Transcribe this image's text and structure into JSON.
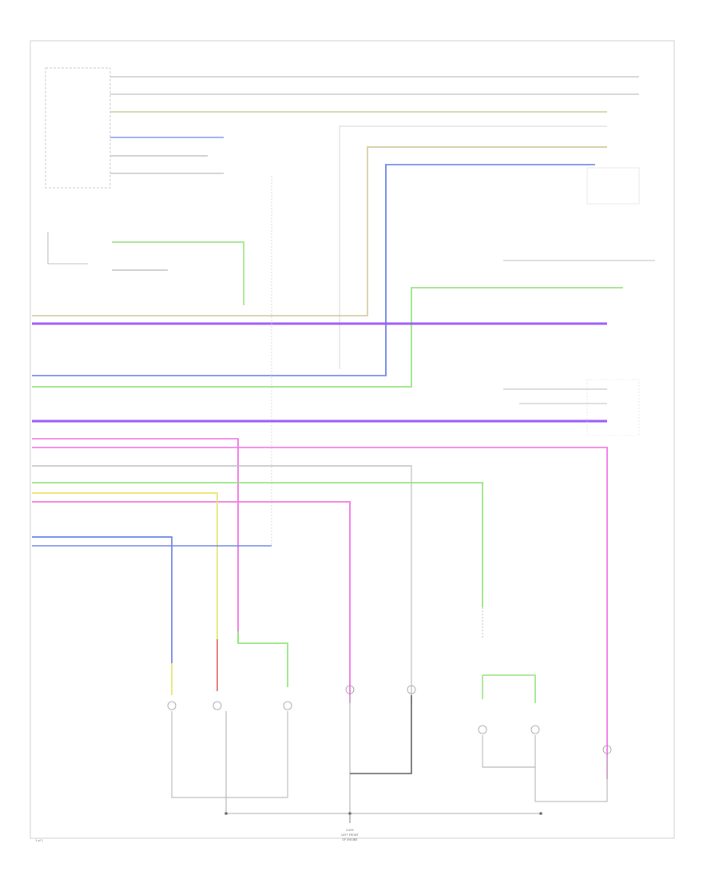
{
  "diagram": {
    "footer_code": "1 of 1",
    "ground_label_1": "G105",
    "ground_label_2": "LEFT FRONT",
    "ground_label_3": "OF ENGINE"
  },
  "colors": {
    "wire_gray": "#b8b8b8",
    "wire_blue": "#6f86e6",
    "wire_violet": "#9a5cf5",
    "wire_green": "#92e27a",
    "wire_pink": "#f07ae3",
    "wire_tan": "#d8c9a0",
    "wire_yellow": "#e6e66e",
    "wire_red": "#e66a6a",
    "frame": "#cfcfcf",
    "ground_dark": "#555555"
  }
}
